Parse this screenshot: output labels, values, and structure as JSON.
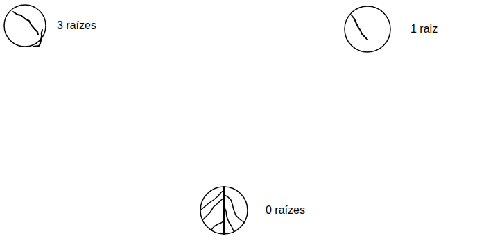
{
  "diagram": {
    "labels": [
      "3 raízes",
      "1 raiz",
      "0 raízes"
    ]
  }
}
